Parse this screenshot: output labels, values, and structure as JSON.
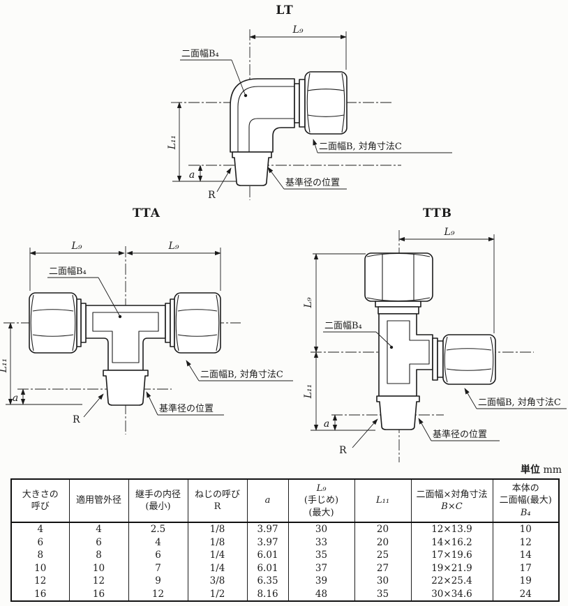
{
  "figures": {
    "lt": {
      "title": "LT"
    },
    "tta": {
      "title": "TTA"
    },
    "ttb": {
      "title": "TTB"
    },
    "labels": {
      "l9": "L₉",
      "l11": "L₁₁",
      "a": "a",
      "r": "R",
      "width_b4": "二面幅B₄",
      "width_bc": "二面幅B, 対角寸法C",
      "ref_dia": "基準径の位置"
    }
  },
  "unit": {
    "prefix": "単位",
    "value": "mm"
  },
  "table": {
    "columns": [
      [
        "大きさの",
        "呼び"
      ],
      [
        "適用管外径"
      ],
      [
        "継手の内径",
        "(最小)"
      ],
      [
        "ねじの呼び",
        "R"
      ],
      [
        "a"
      ],
      [
        "L₉",
        "(手じめ)",
        "(最大)"
      ],
      [
        "L₁₁"
      ],
      [
        "二面幅×対角寸法",
        "B×C"
      ],
      [
        "本体の",
        "二面幅(最大)",
        "B₄"
      ]
    ],
    "rows": [
      [
        "4",
        "4",
        "2.5",
        "1/8",
        "3.97",
        "30",
        "20",
        "12×13.9",
        "10"
      ],
      [
        "6",
        "6",
        "4",
        "1/8",
        "3.97",
        "33",
        "20",
        "14×16.2",
        "12"
      ],
      [
        "8",
        "8",
        "6",
        "1/4",
        "6.01",
        "35",
        "25",
        "17×19.6",
        "14"
      ],
      [
        "10",
        "10",
        "7",
        "1/4",
        "6.01",
        "37",
        "27",
        "19×21.9",
        "17"
      ],
      [
        "12",
        "12",
        "9",
        "3/8",
        "6.35",
        "39",
        "30",
        "22×25.4",
        "19"
      ],
      [
        "16",
        "16",
        "12",
        "1/2",
        "8.16",
        "48",
        "35",
        "30×34.6",
        "24"
      ]
    ]
  }
}
